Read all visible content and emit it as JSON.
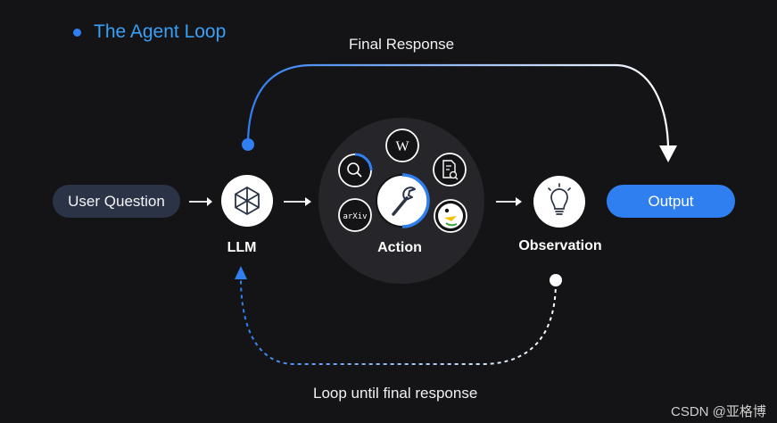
{
  "title": "The Agent Loop",
  "nodes": {
    "user_question": "User Question",
    "llm": "LLM",
    "action": "Action",
    "observation": "Observation",
    "output": "Output"
  },
  "edges": {
    "final_response": "Final Response",
    "loop": "Loop until final response"
  },
  "tools": {
    "wikipedia": "W",
    "arxiv": "arXiv"
  },
  "watermark": "CSDN @亚格博",
  "colors": {
    "background": "#141416",
    "accent": "#2f7ff0",
    "title": "#3aa0f5",
    "user_question_pill": "#2b3346"
  }
}
